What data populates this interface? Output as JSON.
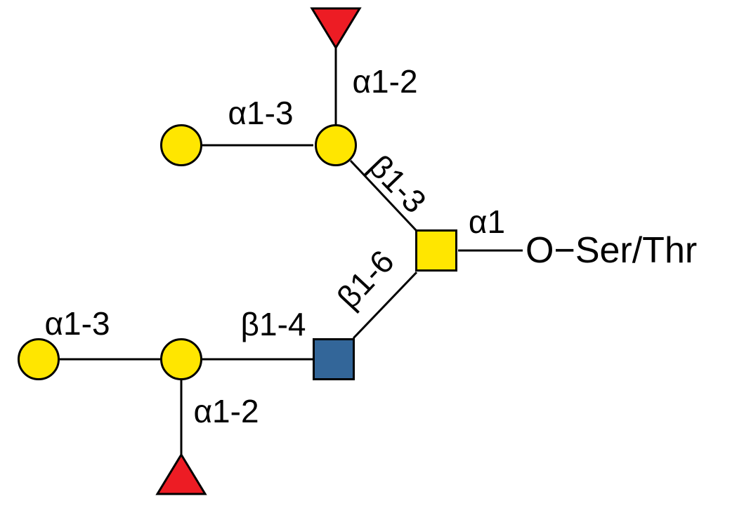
{
  "diagram": {
    "type": "glycan-structure",
    "anchor": {
      "text": "O−Ser/Thr"
    },
    "colors": {
      "galactose_yellow": "#FFE600",
      "glcnac_blue": "#336699",
      "fucose_red": "#ED1C24",
      "outline": "#000000",
      "background": "#FFFFFF"
    },
    "nodes": [
      {
        "id": "fuc-top",
        "shape": "triangle-down",
        "color_key": "fucose_red"
      },
      {
        "id": "gal-top-left",
        "shape": "circle",
        "color_key": "galactose_yellow"
      },
      {
        "id": "gal-top-center",
        "shape": "circle",
        "color_key": "galactose_yellow"
      },
      {
        "id": "core-square",
        "shape": "square",
        "color_key": "galactose_yellow"
      },
      {
        "id": "branch-square",
        "shape": "square",
        "color_key": "glcnac_blue"
      },
      {
        "id": "gal-bottom-mid",
        "shape": "circle",
        "color_key": "galactose_yellow"
      },
      {
        "id": "gal-bottom-left",
        "shape": "circle",
        "color_key": "galactose_yellow"
      },
      {
        "id": "fuc-bottom",
        "shape": "triangle-up",
        "color_key": "fucose_red"
      }
    ],
    "linkages": [
      {
        "from": "fuc-top",
        "to": "gal-top-center",
        "label": "α1-2"
      },
      {
        "from": "gal-top-left",
        "to": "gal-top-center",
        "label": "α1-3"
      },
      {
        "from": "gal-top-center",
        "to": "core-square",
        "label": "β1-3"
      },
      {
        "from": "core-square",
        "to": "anchor",
        "label": "α1"
      },
      {
        "from": "branch-square",
        "to": "core-square",
        "label": "β1-6"
      },
      {
        "from": "gal-bottom-mid",
        "to": "branch-square",
        "label": "β1-4"
      },
      {
        "from": "gal-bottom-left",
        "to": "gal-bottom-mid",
        "label": "α1-3"
      },
      {
        "from": "fuc-bottom",
        "to": "gal-bottom-mid",
        "label": "α1-2"
      }
    ]
  }
}
